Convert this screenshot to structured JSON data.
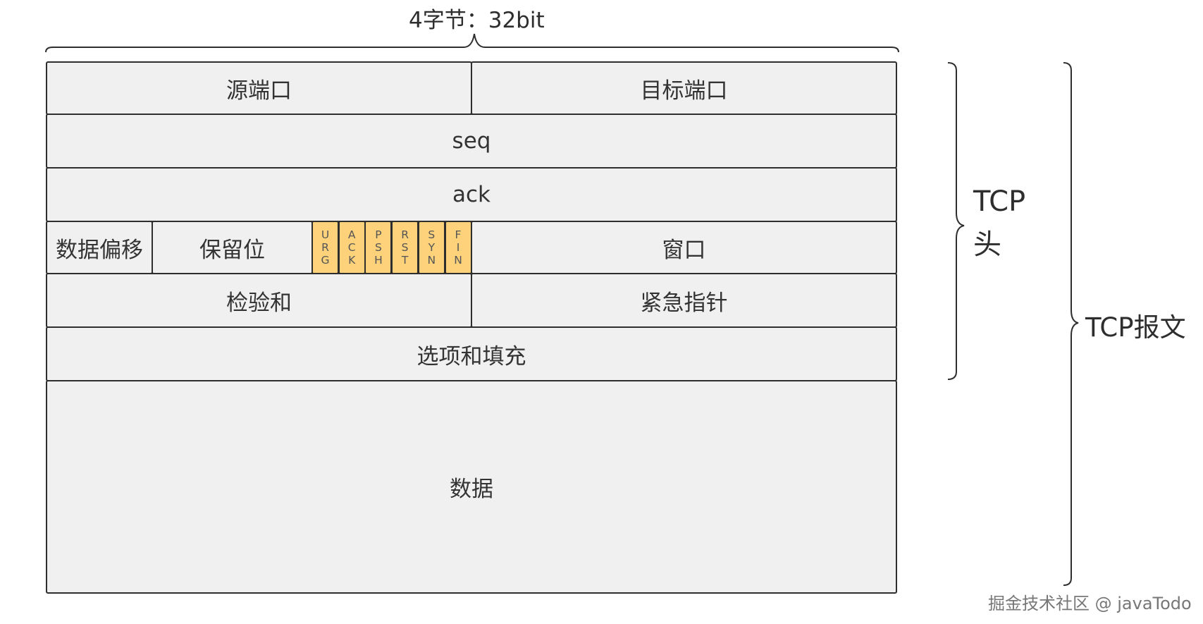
{
  "width_label": "4字节：32bit",
  "header_label_line1": "TCP",
  "header_label_line2": "头",
  "segment_label": "TCP报文",
  "fields": {
    "src_port": "源端口",
    "dst_port": "目标端口",
    "seq": "seq",
    "ack": "ack",
    "data_offset": "数据偏移",
    "reserved": "保留位",
    "window": "窗口",
    "checksum": "检验和",
    "urgent_pointer": "紧急指针",
    "options": "选项和填充",
    "data": "数据"
  },
  "flags": [
    {
      "name": "URG",
      "letters": [
        "U",
        "R",
        "G"
      ]
    },
    {
      "name": "ACK",
      "letters": [
        "A",
        "C",
        "K"
      ]
    },
    {
      "name": "PSH",
      "letters": [
        "P",
        "S",
        "H"
      ]
    },
    {
      "name": "RST",
      "letters": [
        "R",
        "S",
        "T"
      ]
    },
    {
      "name": "SYN",
      "letters": [
        "S",
        "Y",
        "N"
      ]
    },
    {
      "name": "FIN",
      "letters": [
        "F",
        "I",
        "N"
      ]
    }
  ],
  "watermark": "掘金技术社区 @ javaTodo",
  "colors": {
    "cell_fill": "#f0f0f0",
    "flag_fill": "#fdd27b",
    "stroke": "#2e2e2e"
  }
}
